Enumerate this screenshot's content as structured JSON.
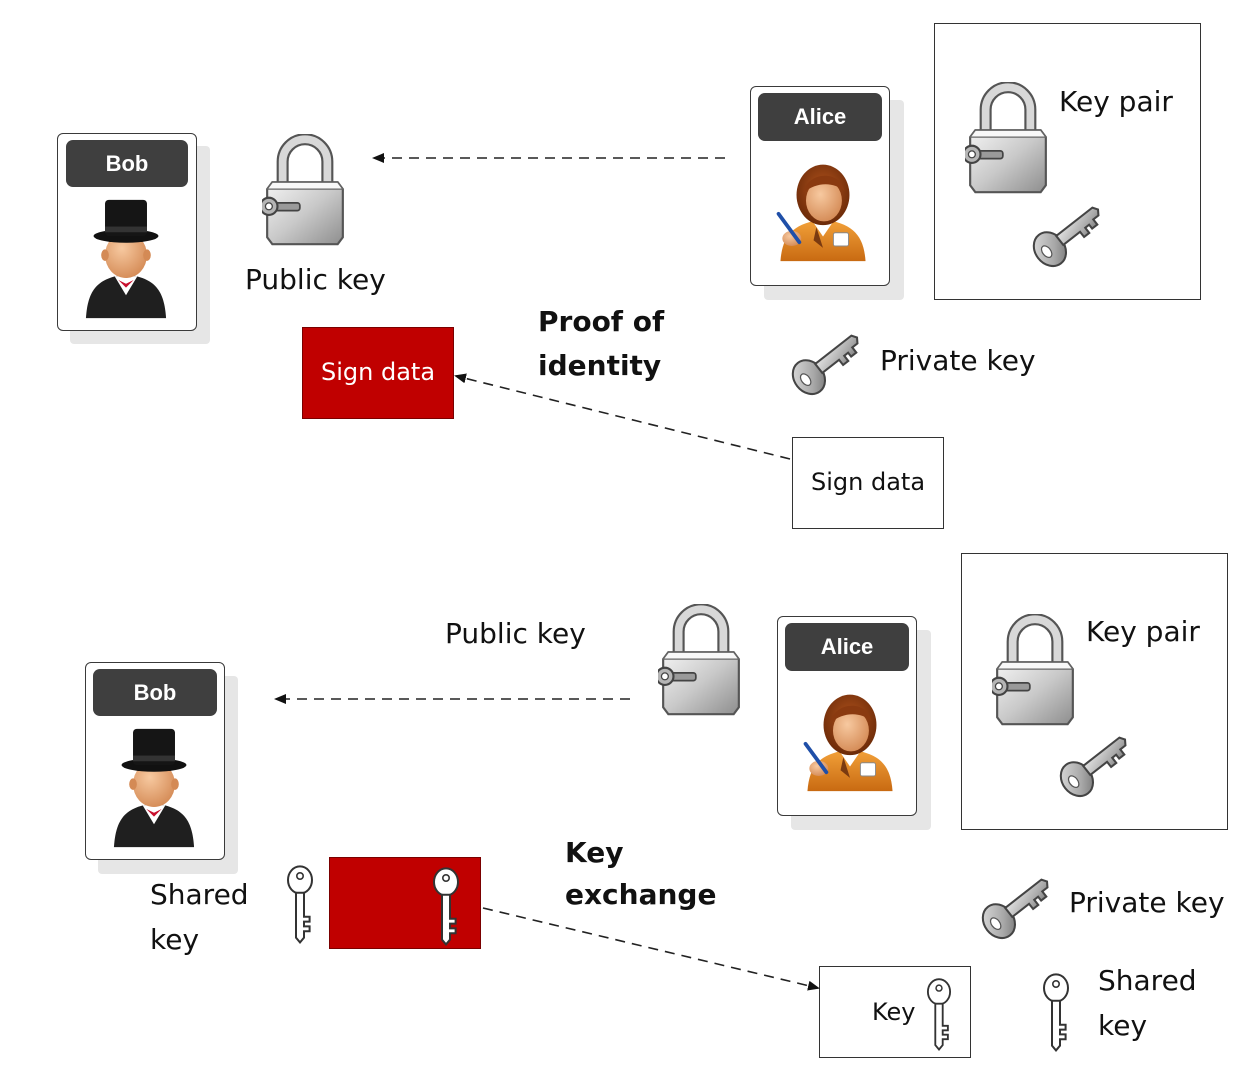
{
  "top": {
    "bob_name": "Bob",
    "alice_name": "Alice",
    "public_key_label": "Public key",
    "key_pair_label": "Key pair",
    "private_key_label": "Private key",
    "proof_title_line1": "Proof of",
    "proof_title_line2": "identity",
    "red_sign_label": "Sign data",
    "white_sign_label": "Sign data"
  },
  "bottom": {
    "bob_name": "Bob",
    "alice_name": "Alice",
    "public_key_label": "Public key",
    "key_pair_label": "Key pair",
    "private_key_label": "Private key",
    "exchange_title_line1": "Key",
    "exchange_title_line2": "exchange",
    "bob_shared_key_line1": "Shared",
    "bob_shared_key_line2": "key",
    "key_box_label": "Key",
    "alice_shared_key_line1": "Shared",
    "alice_shared_key_line2": "key"
  },
  "colors": {
    "accent_red": "#c00000",
    "tag_dark": "#3f3f3f"
  },
  "icons": {
    "lock": "padlock-with-key-icon",
    "private_key": "gray-key-icon",
    "shared_key": "white-key-icon",
    "bob": "man-in-top-hat-icon",
    "alice": "woman-with-pen-icon"
  }
}
